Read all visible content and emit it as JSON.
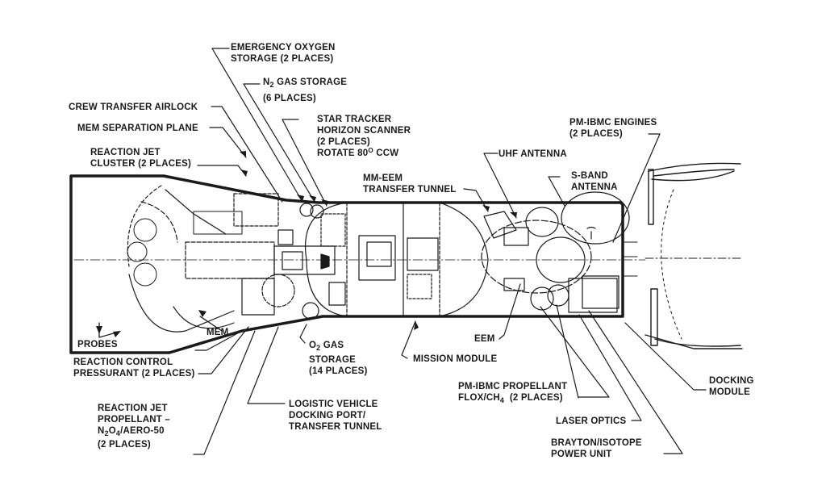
{
  "title": "Spacecraft inboard profile diagram",
  "colors": {
    "ink": "#1a1a1a",
    "background": "#ffffff"
  },
  "labels": {
    "emergency_oxygen": [
      "EMERGENCY OXYGEN",
      "STORAGE (2 PLACES)"
    ],
    "n2_gas": {
      "prefix": "N",
      "sub": "2",
      "suffix": " GAS STORAGE",
      "line2": "(6 PLACES)"
    },
    "crew_transfer_airlock": "CREW TRANSFER AIRLOCK",
    "mem_separation_plane": "MEM SEPARATION PLANE",
    "reaction_jet_cluster": [
      "REACTION JET",
      "CLUSTER (2 PLACES)"
    ],
    "star_tracker": {
      "line1": "STAR TRACKER",
      "line2": "HORIZON SCANNER",
      "line3": "(2 PLACES)",
      "line4_prefix": "ROTATE 80",
      "line4_sup": "O",
      "line4_suffix": " CCW"
    },
    "mm_eem_tunnel": [
      "MM-EEM",
      "TRANSFER TUNNEL"
    ],
    "uhf_antenna": "UHF ANTENNA",
    "s_band_antenna": [
      "S-BAND",
      "ANTENNA"
    ],
    "pm_ibmc_engines": [
      "PM-IBMC ENGINES",
      "(2 PLACES)"
    ],
    "probes": "PROBES",
    "mem": "MEM",
    "reaction_control_pressurant": [
      "REACTION CONTROL",
      "PRESSURANT (2 PLACES)"
    ],
    "o2_gas": {
      "prefix": "O",
      "sub": "2",
      "suffix": " GAS",
      "line2": "STORAGE",
      "line3": "(14 PLACES)"
    },
    "mission_module": "MISSION MODULE",
    "eem": "EEM",
    "reaction_jet_propellant": {
      "line1": "REACTION JET",
      "line2": "PROPELLANT –",
      "line3_a": "N",
      "line3_sub1": "2",
      "line3_b": "O",
      "line3_sub2": "4",
      "line3_c": "/AERO-50",
      "line4": "(2 PLACES)"
    },
    "logistic_vehicle": [
      "LOGISTIC VEHICLE",
      "DOCKING PORT/",
      "TRANSFER TUNNEL"
    ],
    "pm_ibmc_propellant": {
      "line1": "PM-IBMC PROPELLANT",
      "line2_prefix": "FLOX/CH",
      "line2_sub": "4",
      "line2_suffix": "  (2 PLACES)"
    },
    "laser_optics": "LASER OPTICS",
    "brayton": [
      "BRAYTON/ISOTOPE",
      "POWER UNIT"
    ],
    "docking_module": [
      "DOCKING",
      "MODULE"
    ]
  }
}
